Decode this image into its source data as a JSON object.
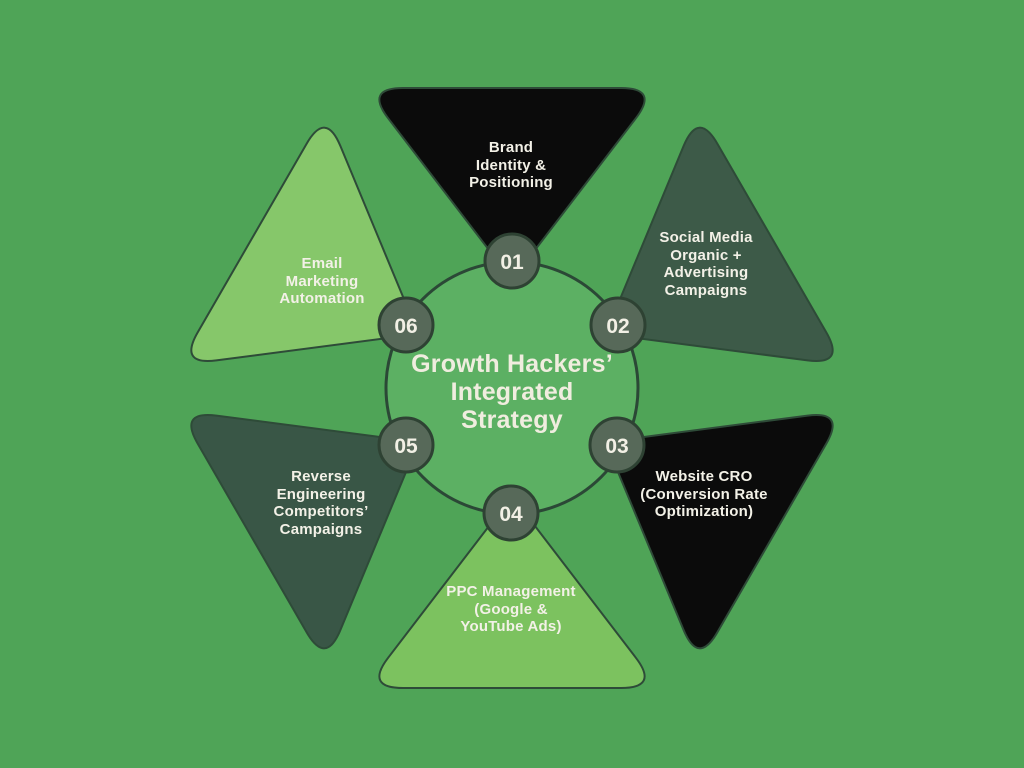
{
  "title": "Growth Hackers’\nIntegrated\nStrategy",
  "colors": {
    "background": "#4FA457",
    "petal_outline": "#2E4B38",
    "center_circle_fill": "#5CB063",
    "center_circle_outline": "#2B4836",
    "badge_fill": "#576959",
    "badge_outline": "#2E4233",
    "text_cream": "#F3F1E7",
    "petal_black": "#0B0B0B",
    "petal_dark_green": "#3D5A48",
    "petal_light_green": "#86C76A"
  },
  "petals": [
    {
      "number": "01",
      "label": "Brand\nIdentity &\nPositioning",
      "color": "#0B0B0B"
    },
    {
      "number": "02",
      "label": "Social Media\nOrganic +\nAdvertising\nCampaigns",
      "color": "#3D5A48"
    },
    {
      "number": "03",
      "label": "Website CRO\n(Conversion Rate\nOptimization)",
      "color": "#0B0B0B"
    },
    {
      "number": "04",
      "label": "PPC Management\n(Google &\nYouTube Ads)",
      "color": "#7CC25F"
    },
    {
      "number": "05",
      "label": "Reverse\nEngineering\nCompetitors’\nCampaigns",
      "color": "#395646"
    },
    {
      "number": "06",
      "label": "Email\nMarketing\nAutomation",
      "color": "#86C76A"
    }
  ]
}
